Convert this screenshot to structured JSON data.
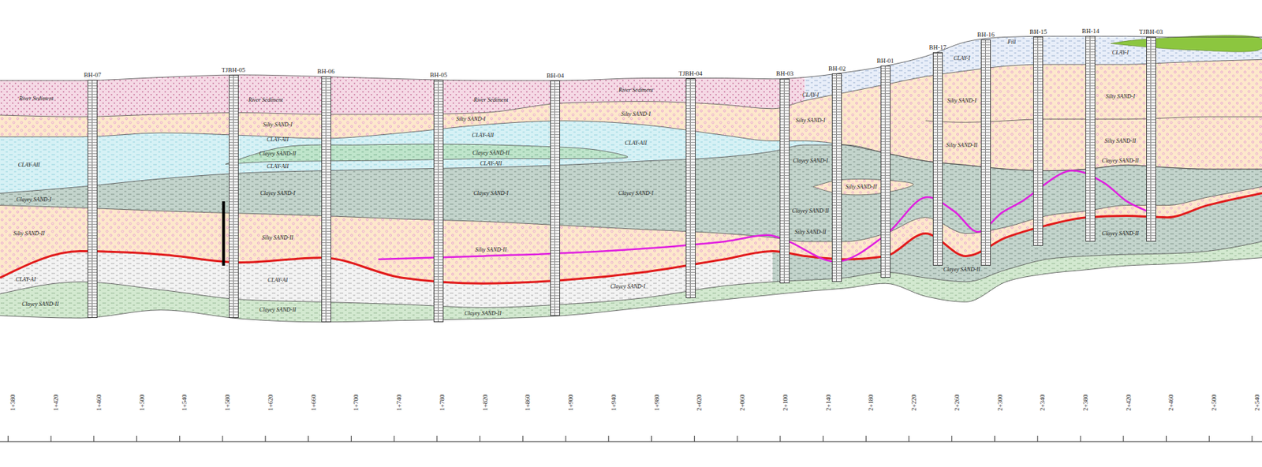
{
  "diagram": {
    "nodes": [
      {
        "text": [
          "BH-07"
        ]
      },
      {
        "text": [
          "TJBH-05"
        ]
      },
      {
        "text": [
          "BH-06"
        ]
      },
      {
        "text": [
          "BH-05"
        ]
      },
      {
        "text": [
          "BH-04"
        ]
      },
      {
        "text": [
          "TJBH-04"
        ]
      },
      {
        "text": [
          "BH-03"
        ]
      },
      {
        "text": [
          "BH-02"
        ]
      },
      {
        "text": [
          "BH-01"
        ]
      },
      {
        "text": [
          "BH-17"
        ]
      },
      {
        "text": [
          "BH-16"
        ]
      },
      {
        "text": [
          "BH-15"
        ]
      },
      {
        "text": [
          "BH-14"
        ]
      },
      {
        "text": [
          "TJBH-03"
        ]
      }
    ],
    "labels": [
      "River Sediment",
      "River Sediment",
      "River Sediment",
      "River Sediment",
      "Silty SAND-I",
      "CLAY-AII",
      "Clayey SAND-II",
      "CLAY-AII",
      "CLAY-AII",
      "Clayey SAND-I",
      "Clayey SAND-I",
      "Silty SAND-I",
      "CLAY-AII",
      "Clayey SAND-II",
      "CLAY-AII",
      "Clayey SAND-I",
      "Silty SAND-I",
      "CLAY-AII",
      "Clayey SAND-I",
      "Silty SAND-II",
      "Silty SAND-II",
      "Silty SAND-II",
      "CLAY-AI",
      "CLAY-AI",
      "Clayey SAND-II",
      "Clayey SAND-II",
      "Clayey SAND-I",
      "Clayey SAND-II",
      "CLAY-I",
      "Silty SAND-I",
      "Clayey SAND-I",
      "Silty SAND-II",
      "Clayey SAND-II",
      "Silty SAND-II",
      "CLAY-I",
      "Silty SAND-I",
      "Silty SAND-II",
      "Clayey SAND-II",
      "CLAY-I",
      "Silty SAND-I",
      "Silty SAND-II",
      "Clayey SAND-II",
      "Clayey SAND-II",
      "Fill",
      "1+380",
      "1+420",
      "1+460",
      "1+500",
      "1+540",
      "1+580",
      "1+620",
      "1+660",
      "1+700",
      "1+740",
      "1+780",
      "1+820",
      "1+860",
      "1+900",
      "1+940",
      "1+980",
      "2+020",
      "2+060",
      "2+100",
      "2+140",
      "2+180",
      "2+220",
      "2+260",
      "2+300",
      "2+340",
      "2+380",
      "2+420",
      "2+460",
      "2+500",
      "2+540"
    ]
  }
}
